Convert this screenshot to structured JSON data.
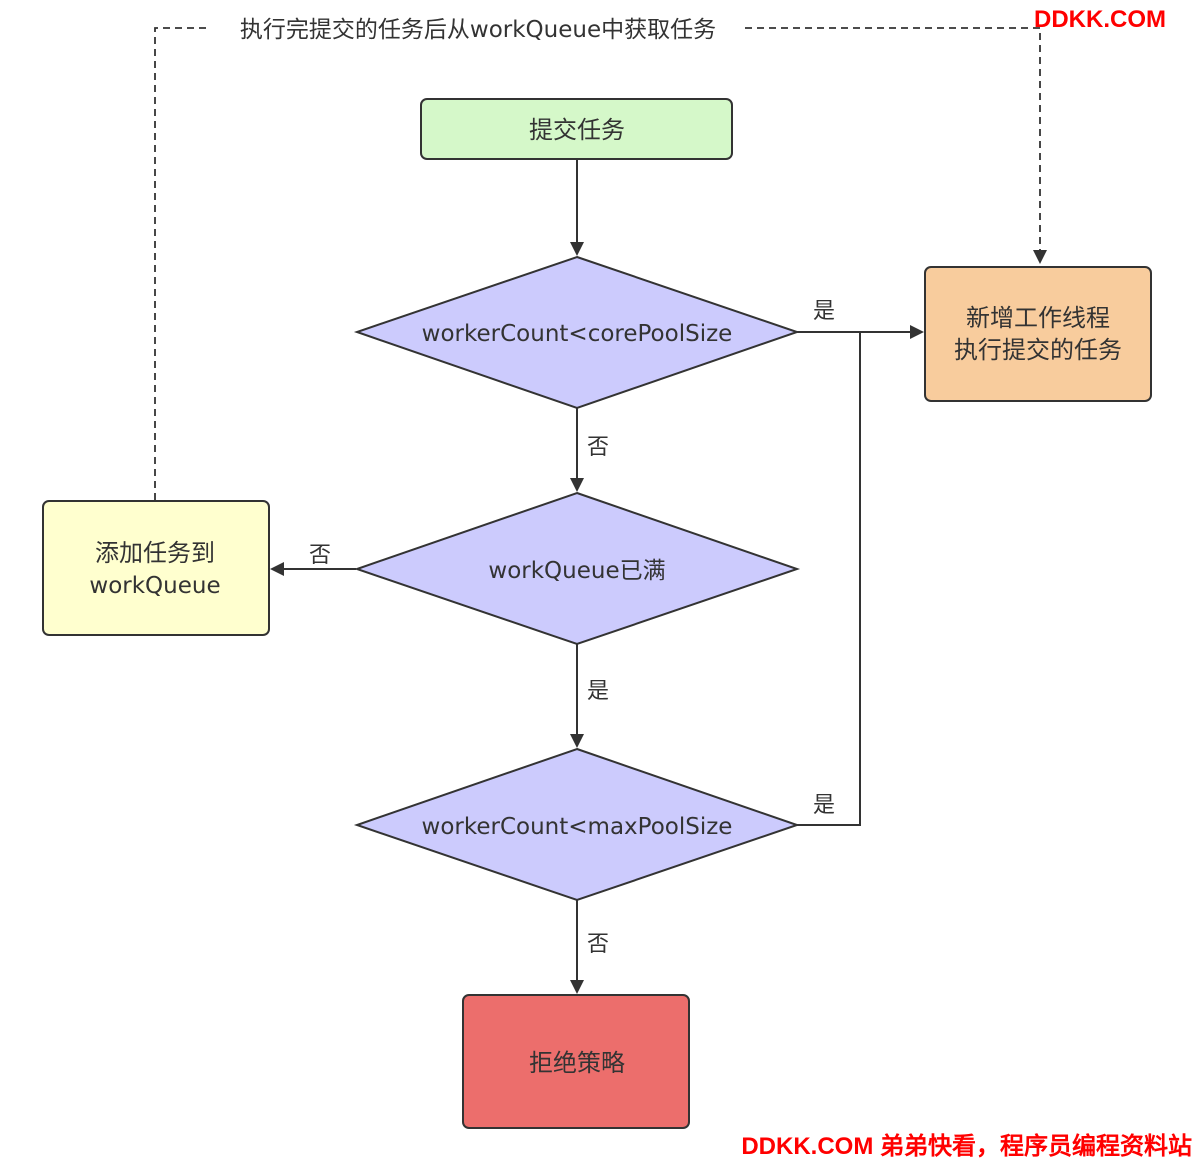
{
  "nodes": {
    "submit": "提交任务",
    "decision_core": "workerCount<corePoolSize",
    "decision_queue": "workQueue已满",
    "decision_max": "workerCount<maxPoolSize",
    "new_worker_line1": "新增工作线程",
    "new_worker_line2": "执行提交的任务",
    "add_queue_line1": "添加任务到",
    "add_queue_line2": "workQueue",
    "reject": "拒绝策略"
  },
  "edges": {
    "loop_label": "执行完提交的任务后从workQueue中获取任务",
    "core_yes": "是",
    "core_no": "否",
    "queue_no": "否",
    "queue_yes": "是",
    "max_yes": "是",
    "max_no": "否"
  },
  "watermarks": {
    "top": "DDKK.COM",
    "bottom": "DDKK.COM 弟弟快看，程序员编程资料站"
  },
  "colors": {
    "start": "#d5f8c9",
    "decision": "#cccbfd",
    "process": "#f8cc9d",
    "queue": "#ffffcf",
    "reject": "#ec6e6c",
    "watermark": "#ff0000"
  }
}
